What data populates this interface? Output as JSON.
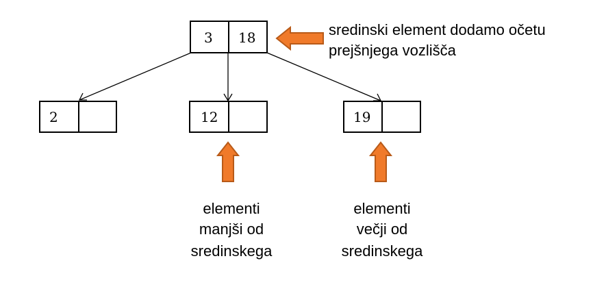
{
  "root": {
    "keys": [
      "3",
      "18"
    ]
  },
  "children": [
    {
      "keys": [
        "2",
        ""
      ]
    },
    {
      "keys": [
        "12",
        ""
      ]
    },
    {
      "keys": [
        "19",
        ""
      ]
    }
  ],
  "annotations": {
    "root_note": [
      "sredinski element dodamo očetu",
      "prejšnjega vozlišča"
    ],
    "left_note": [
      "elementi",
      "manjši od",
      "sredinskega"
    ],
    "right_note": [
      "elementi",
      "večji od",
      "sredinskega"
    ]
  },
  "colors": {
    "arrow_fill": "#f07a2a",
    "arrow_stroke": "#b85a18"
  }
}
